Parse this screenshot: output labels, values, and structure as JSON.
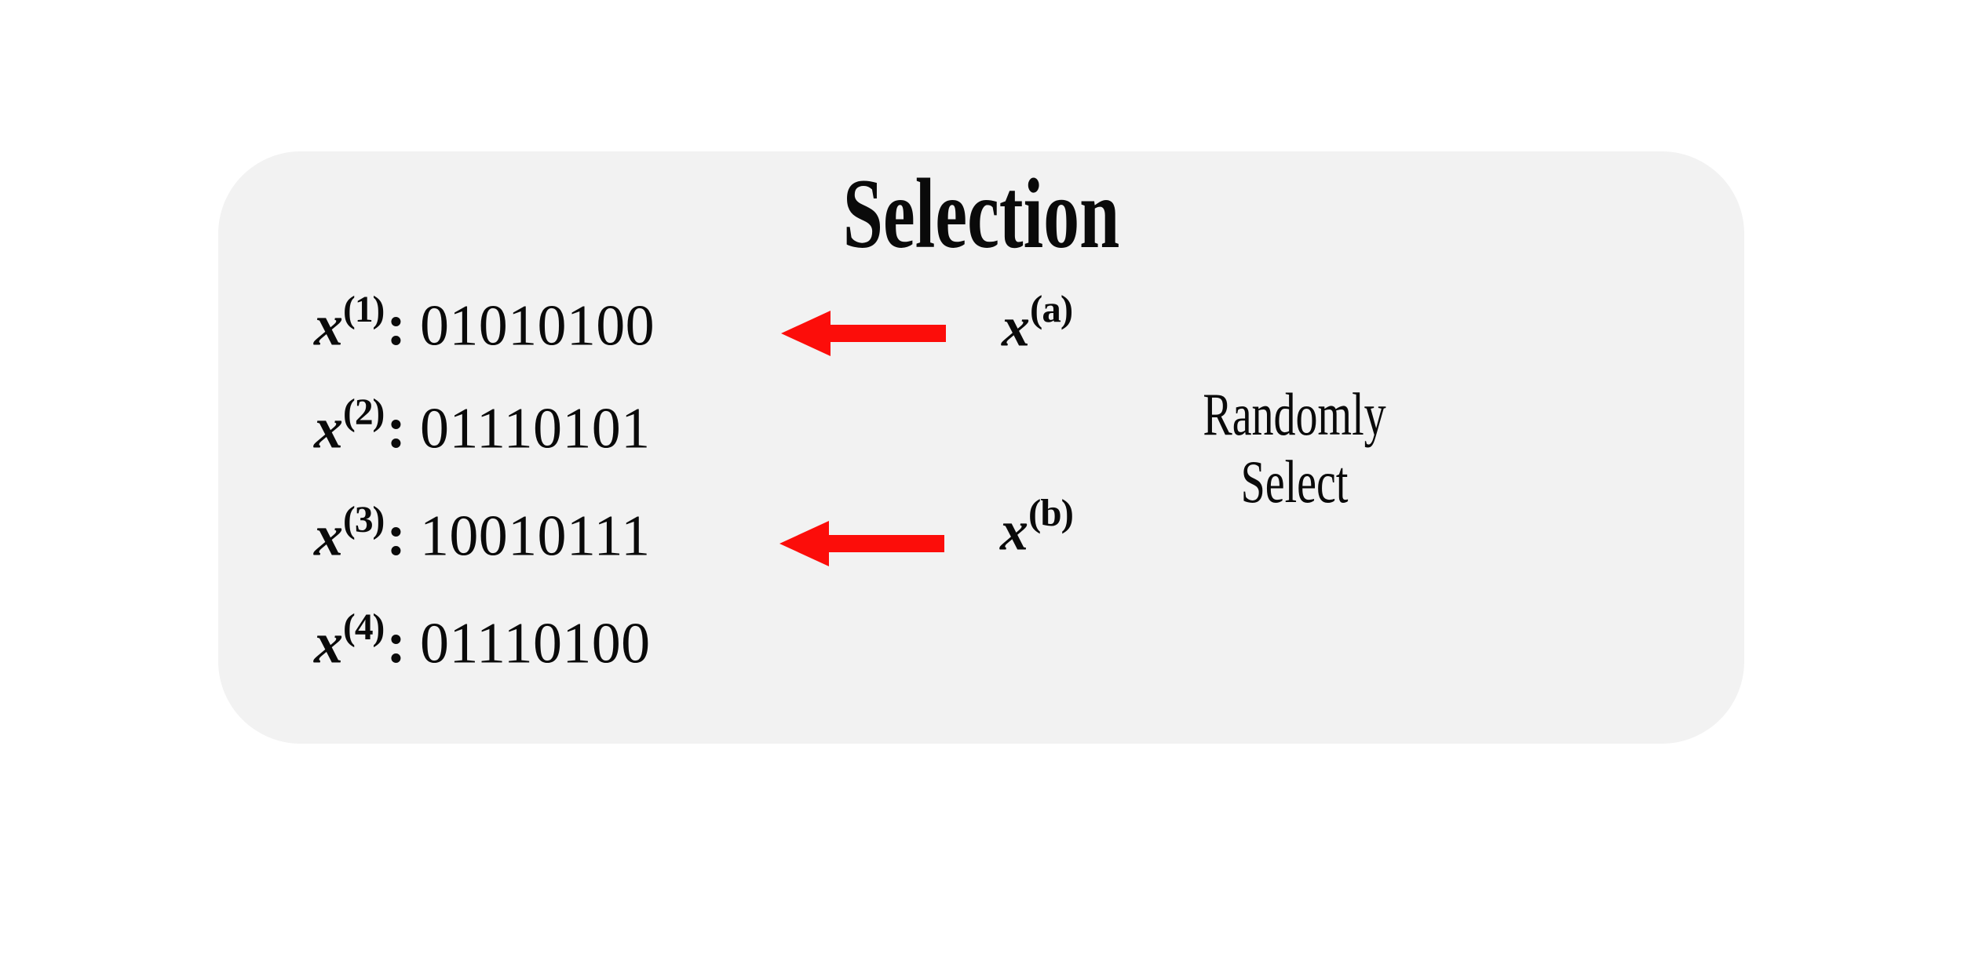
{
  "colors": {
    "background": "#ffffff",
    "panel": "#f2f2f2",
    "text": "#0a0a0a",
    "arrow_red": "#fc0d0a"
  },
  "panel": {
    "title": "Selection",
    "rows": [
      {
        "variable": "x",
        "superscript": "(1)",
        "separator": ":",
        "bits": "01010100",
        "selected": true
      },
      {
        "variable": "x",
        "superscript": "(2)",
        "separator": ":",
        "bits": "01110101",
        "selected": false
      },
      {
        "variable": "x",
        "superscript": "(3)",
        "separator": ":",
        "bits": "10010111",
        "selected": true
      },
      {
        "variable": "x",
        "superscript": "(4)",
        "separator": ":",
        "bits": "01110100",
        "selected": false
      }
    ],
    "selections": [
      {
        "variable": "x",
        "superscript": "(a)",
        "points_to_row": "(1)"
      },
      {
        "variable": "x",
        "superscript": "(b)",
        "points_to_row": "(3)"
      }
    ],
    "annotation": {
      "line1": "Randomly",
      "line2": "Select"
    }
  }
}
